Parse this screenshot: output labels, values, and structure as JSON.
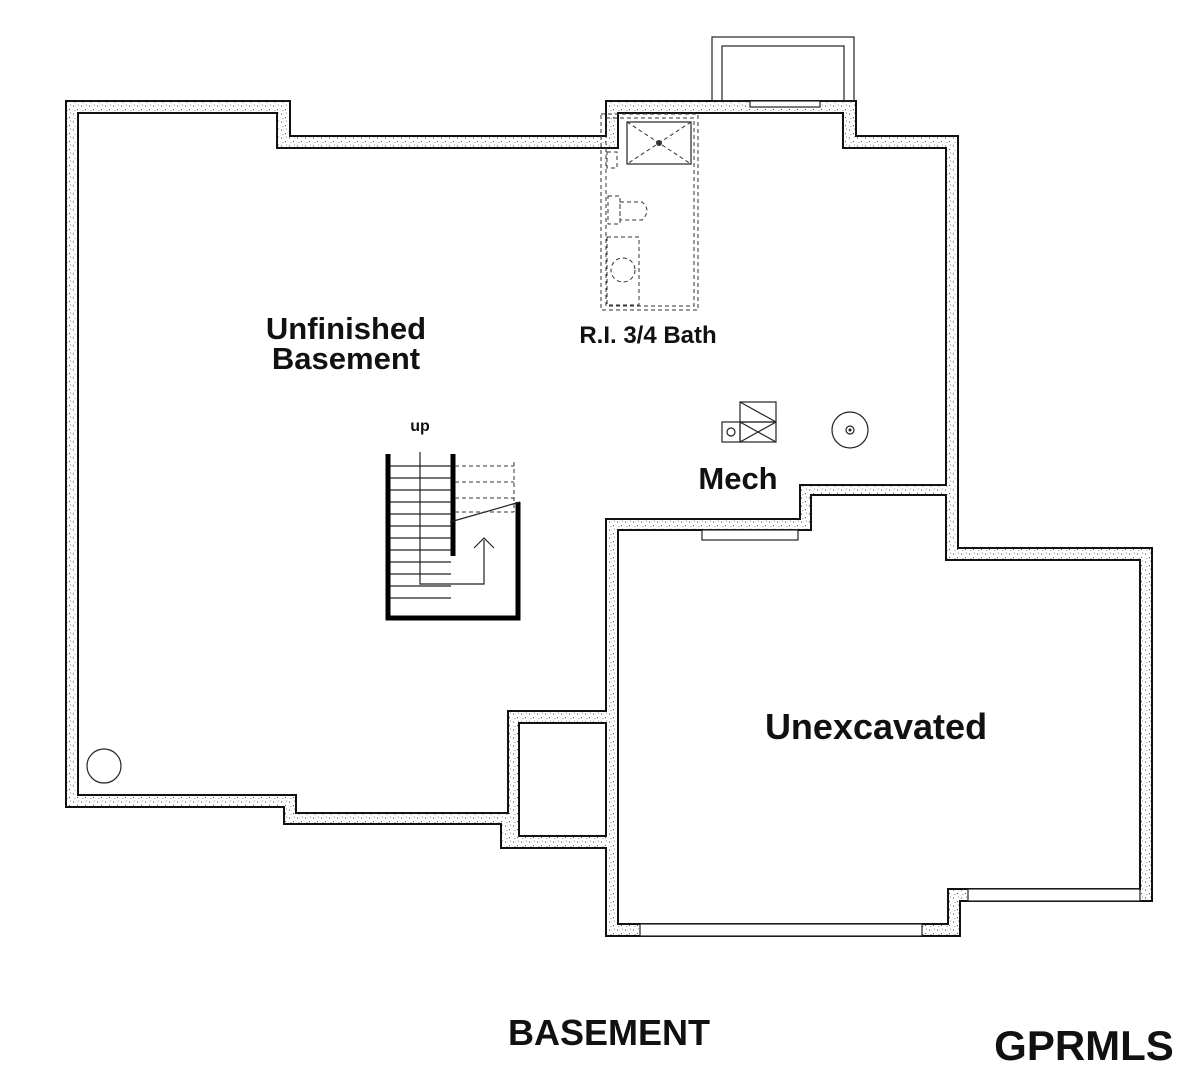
{
  "plan": {
    "rooms": {
      "unfinished_line1": "Unfinished",
      "unfinished_line2": "Basement",
      "bath": "R.I. 3/4 Bath",
      "mech": "Mech",
      "unexcavated": "Unexcavated"
    },
    "stair_label": "up",
    "floor_title": "BASEMENT",
    "brand": "GPRMLS"
  },
  "colors": {
    "wall_outline": "#111111",
    "wall_fill": "#ffffff",
    "wall_speckle": "#555555"
  }
}
